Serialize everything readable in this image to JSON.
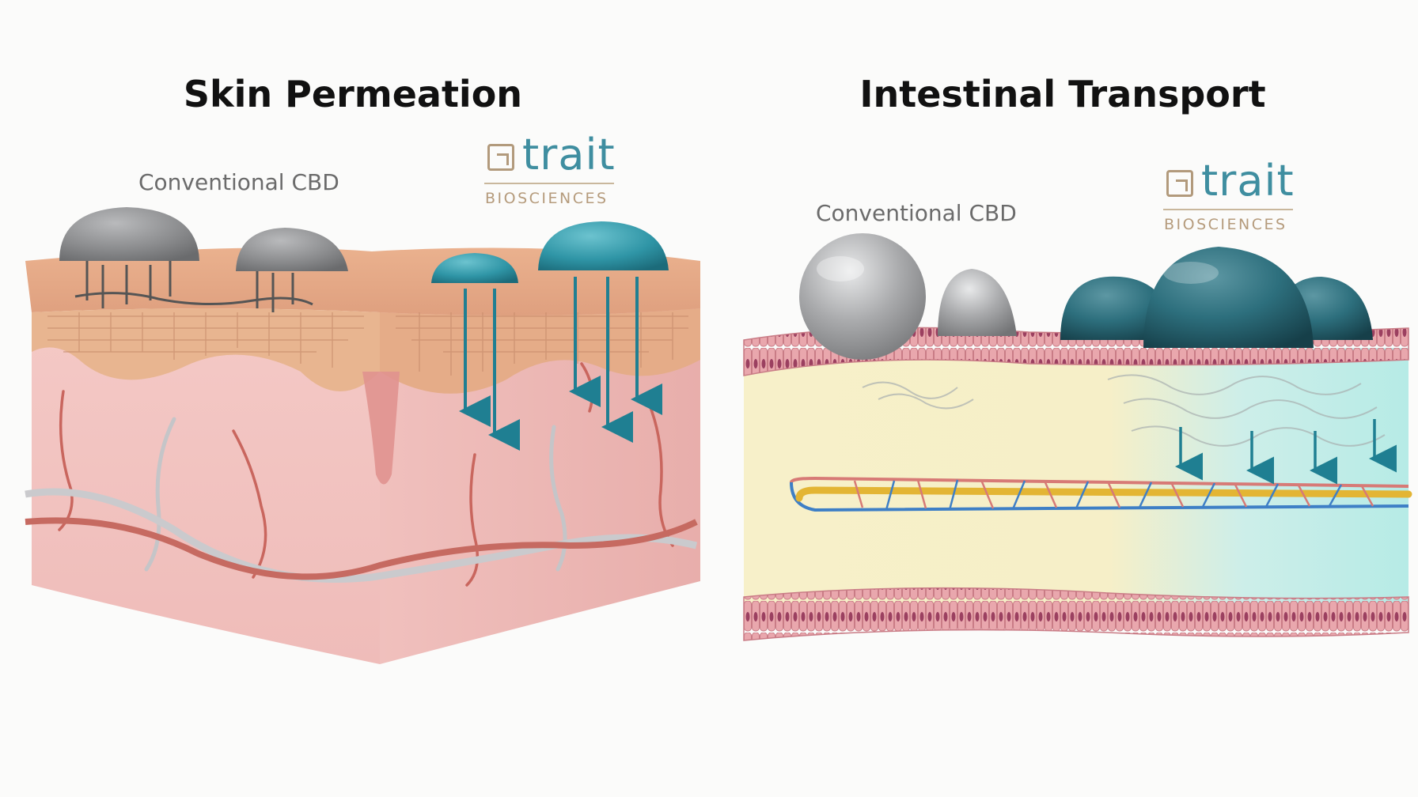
{
  "panels": {
    "skin": {
      "title": "Skin Permeation",
      "conventional_label": "Conventional CBD",
      "brand": {
        "word": "trait",
        "sub": "BIOSCIENCES"
      }
    },
    "intestinal": {
      "title": "Intestinal Transport",
      "conventional_label": "Conventional CBD",
      "brand": {
        "word": "trait",
        "sub": "BIOSCIENCES"
      }
    }
  },
  "colors": {
    "conventional_droplet": "#8e8f91",
    "trait_droplet": "#2f8fa0",
    "trait_droplet_dark": "#1e5d6c",
    "arrow": "#1f7f92",
    "skin_dermis": "#f2c3c2",
    "skin_epidermis": "#e6b08c",
    "vessel_red": "#c9665e",
    "vessel_gray": "#c5c5c8",
    "lumen": "#f7efc6",
    "epithelium": "#e6a3ab",
    "brand_teal": "#3f8ea0",
    "brand_tan": "#b59b7c"
  },
  "icons": [
    "trait-logo-icon",
    "down-arrow-icon"
  ]
}
